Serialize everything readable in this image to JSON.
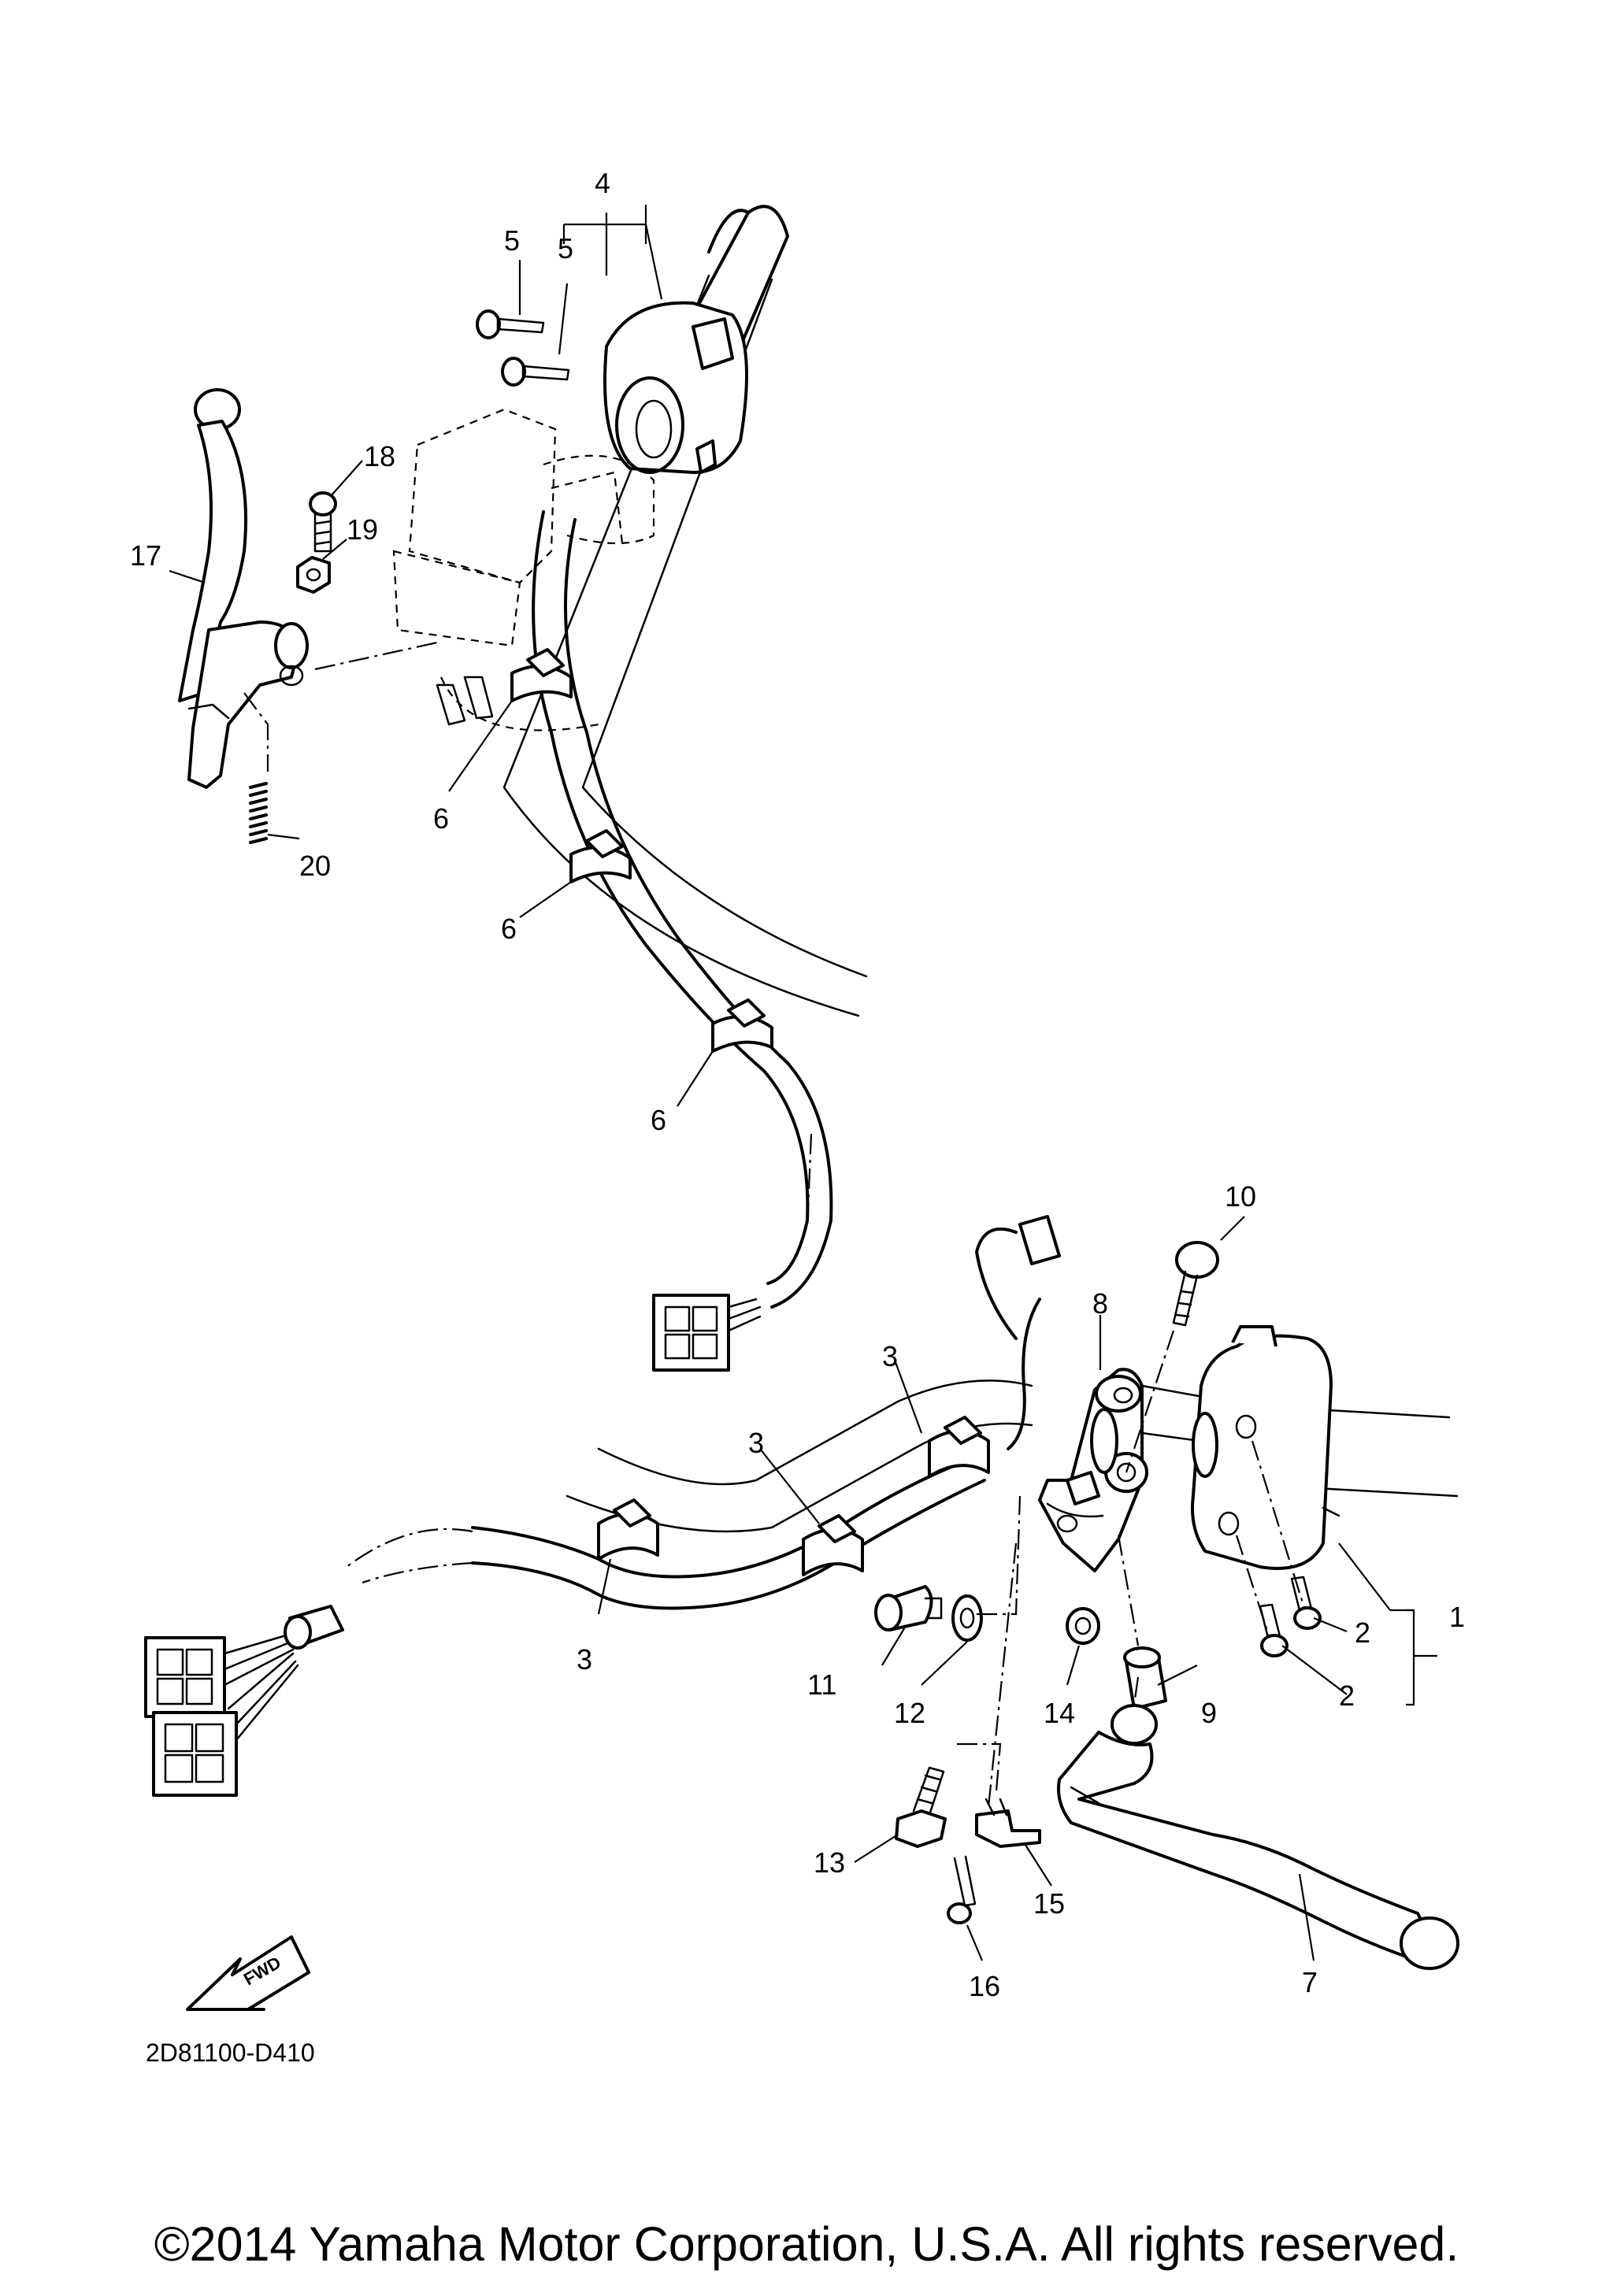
{
  "diagram": {
    "code": "2D81100-D410",
    "fwd_label": "FWD",
    "callouts": {
      "c1": "1",
      "c2a": "2",
      "c2b": "2",
      "c3a": "3",
      "c3b": "3",
      "c3c": "3",
      "c4": "4",
      "c5a": "5",
      "c5b": "5",
      "c6a": "6",
      "c6b": "6",
      "c6c": "6",
      "c7": "7",
      "c8": "8",
      "c9": "9",
      "c10": "10",
      "c11": "11",
      "c12": "12",
      "c13": "13",
      "c14": "14",
      "c15": "15",
      "c16": "16",
      "c17": "17",
      "c18": "18",
      "c19": "19",
      "c20": "20"
    }
  },
  "footer": {
    "copyright": "©2014 Yamaha Motor Corporation, U.S.A. All rights reserved."
  }
}
